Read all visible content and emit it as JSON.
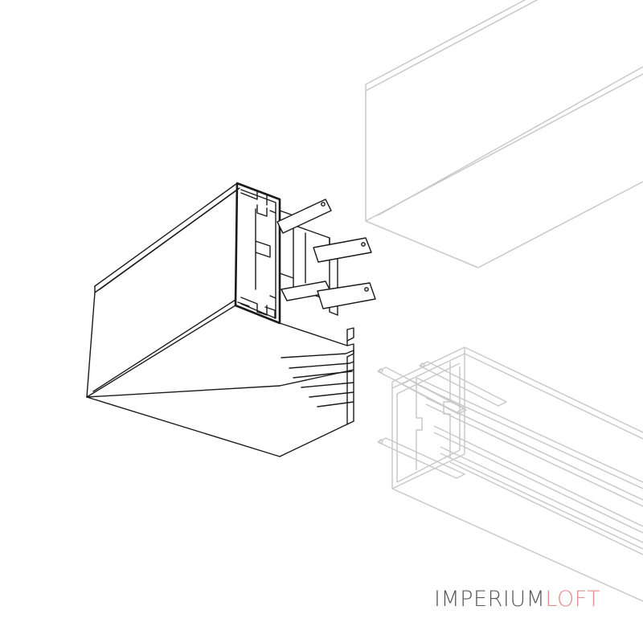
{
  "brand": {
    "part1": "IMPERIUM",
    "part2": "LOFT",
    "color_part1": "#5a5a5a",
    "color_part2": "#e38c8c"
  },
  "colors": {
    "main_line": "#1a1a1a",
    "ghost_line": "#c9c9c9",
    "background": "#ffffff"
  },
  "diagram": {
    "components": [
      {
        "name": "profile-connector-section",
        "style": "solid"
      },
      {
        "name": "upper-right-ghost-profile",
        "style": "ghost"
      },
      {
        "name": "lower-right-ghost-profile",
        "style": "ghost"
      }
    ]
  }
}
